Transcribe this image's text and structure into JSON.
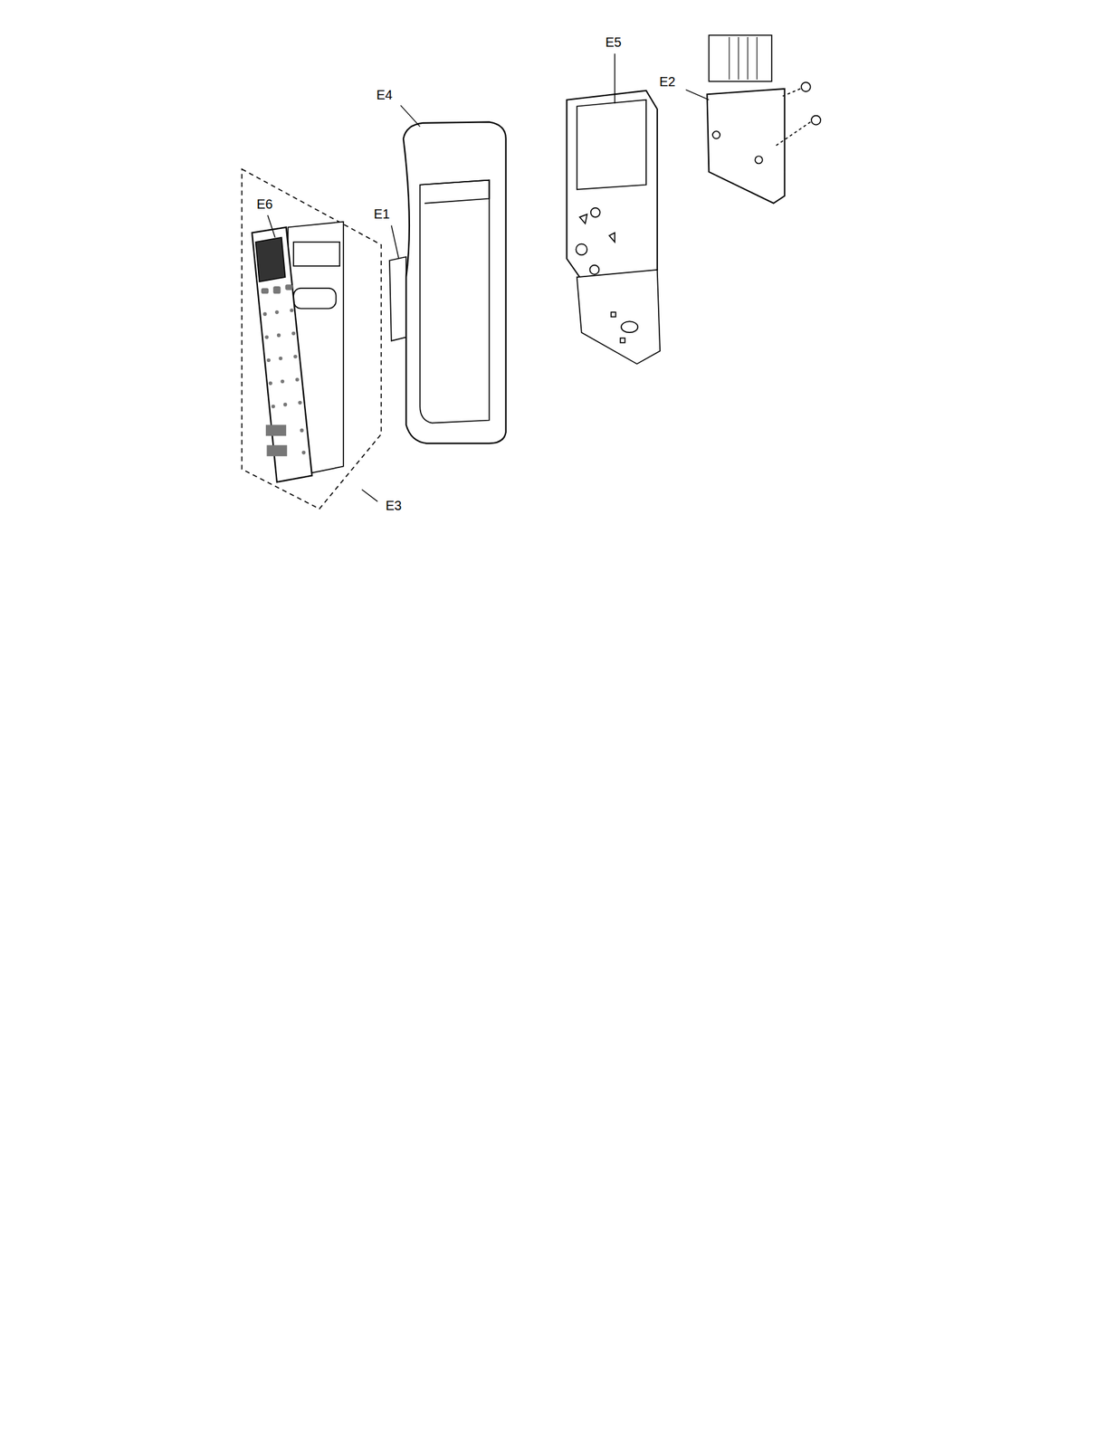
{
  "diagram": {
    "labels": [
      "E6",
      "E4",
      "E1",
      "E5",
      "E2",
      "E3"
    ]
  }
}
